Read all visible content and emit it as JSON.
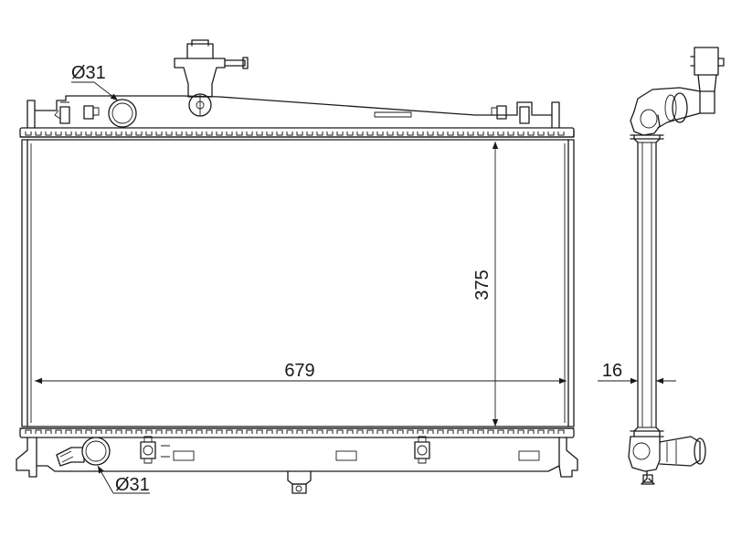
{
  "dimensions": {
    "width": "679",
    "height": "375",
    "thickness": "16",
    "top_port": "Ø31",
    "bottom_port": "Ø31"
  }
}
